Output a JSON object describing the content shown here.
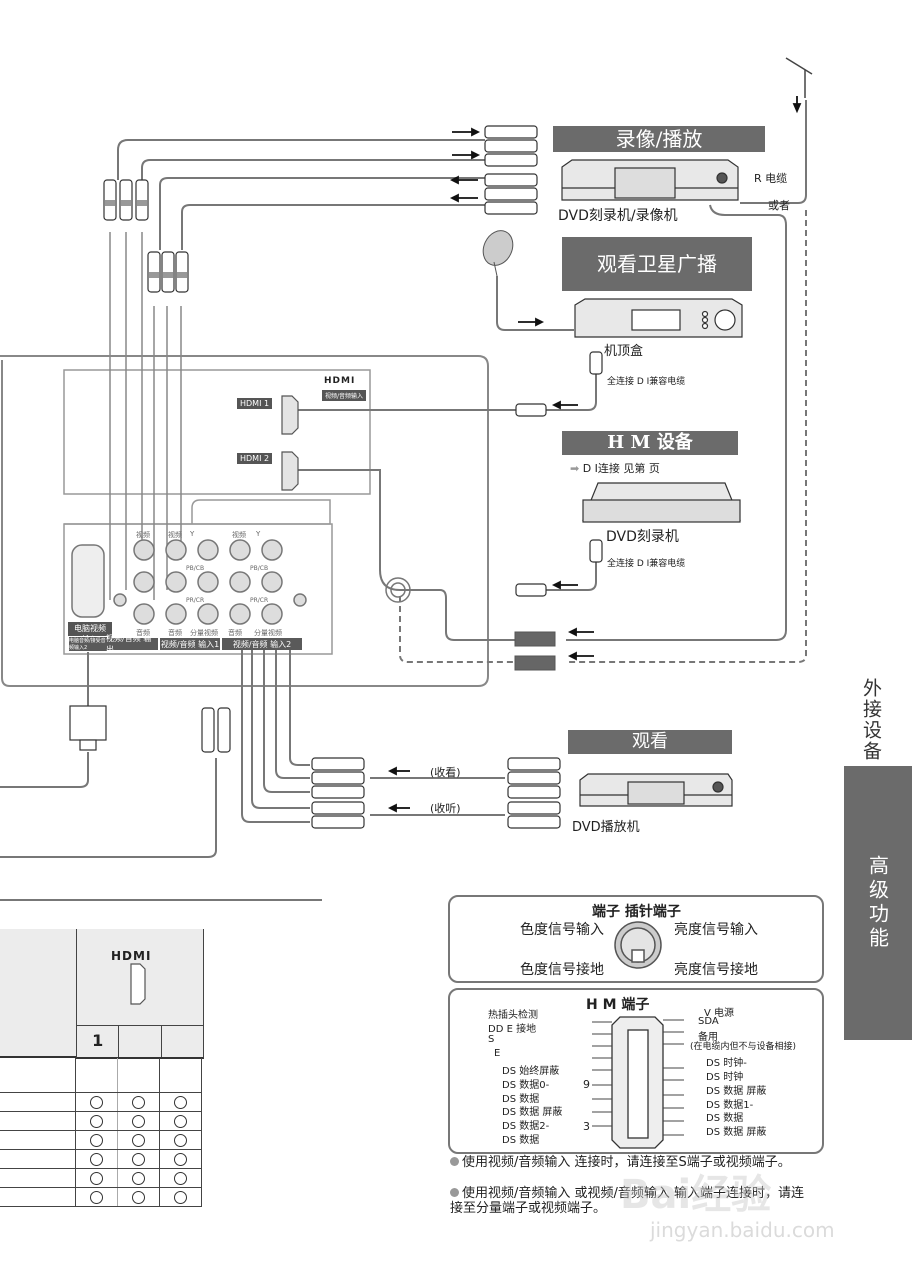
{
  "sections": {
    "record_playback": {
      "banner": "录像/播放",
      "device_label": "DVD刻录机/录像机",
      "rf_cable_label": "R  电缆",
      "or_label": "或者"
    },
    "satellite": {
      "banner": "观看卫星广播",
      "device_label": "机顶盒",
      "cable_label": "全连接  D   I兼容电缆"
    },
    "hdmi_device": {
      "banner": "H    M 设备",
      "reference": "D   I连接   见第    页",
      "device_label": "DVD刻录机",
      "cable_label": "全连接  D   I兼容电缆"
    },
    "watch": {
      "banner": "观看",
      "video_label": "(收看)",
      "audio_label": "(收听)",
      "device_label": "DVD播放机"
    }
  },
  "tv_panel": {
    "hdmi_logo": "HDMI",
    "hdmi_caption": "视频/音频输入",
    "hdmi1_tag": "HDMI 1",
    "hdmi2_tag": "HDMI 2",
    "pc_input_label": "电脑视频输入",
    "pc_audio_label": "电脑音频/接受音频输入2",
    "jack_labels": {
      "video": "视频",
      "audio": "音频",
      "component": "分量视频",
      "y": "Y",
      "pb": "PB/CB",
      "pr": "PR/CR"
    },
    "group_labels": [
      "视频/音频 输出",
      "视频/音频 输入1",
      "视频/音频 输入2"
    ]
  },
  "side_tabs": {
    "chapter": "外接设备",
    "active_tab": "高级功能"
  },
  "s_video_box": {
    "title": "端子  插针端子",
    "pins": {
      "top_left": "色度信号输入",
      "top_right": "亮度信号输入",
      "bottom_left": "色度信号接地",
      "bottom_right": "亮度信号接地"
    }
  },
  "hdmi_pin_box": {
    "title": "H    M  端子",
    "left_pins": [
      "热插头检测",
      "DD      E  接地",
      "S",
      "E",
      "DS 始终屏蔽",
      "DS 数据0-",
      "DS 数据",
      "DS 数据   屏蔽",
      "DS 数据2-",
      "DS 数据"
    ],
    "left_numbers": [
      "9",
      "3"
    ],
    "right_pins": [
      "V 电源",
      "SDA",
      "备用",
      "(在电缆内但不与设备相接)",
      "DS 时钟-",
      "DS 时钟",
      "DS 数据  屏蔽",
      "DS 数据1-",
      "DS 数据",
      "DS 数据   屏蔽"
    ]
  },
  "notes": [
    "使用视频/音频输入  连接时，请连接至S端子或视频端子。",
    "使用视频/音频输入  或视频/音频输入  输入端子连接时，请连接至分量端子或视频端子。"
  ],
  "compat_table": {
    "header_logo": "HDMI",
    "sub_headers": [
      "1",
      "",
      ""
    ],
    "rows": [
      [
        "",
        "",
        ""
      ],
      [
        "○",
        "○",
        "○"
      ],
      [
        "○",
        "○",
        "○"
      ],
      [
        "○",
        "○",
        "○"
      ],
      [
        "○",
        "○",
        "○"
      ],
      [
        "○",
        "○",
        "○"
      ],
      [
        "○",
        "○",
        "○"
      ]
    ]
  },
  "watermark": {
    "brand": "Bai经验",
    "url": "jingyan.baidu.com"
  }
}
